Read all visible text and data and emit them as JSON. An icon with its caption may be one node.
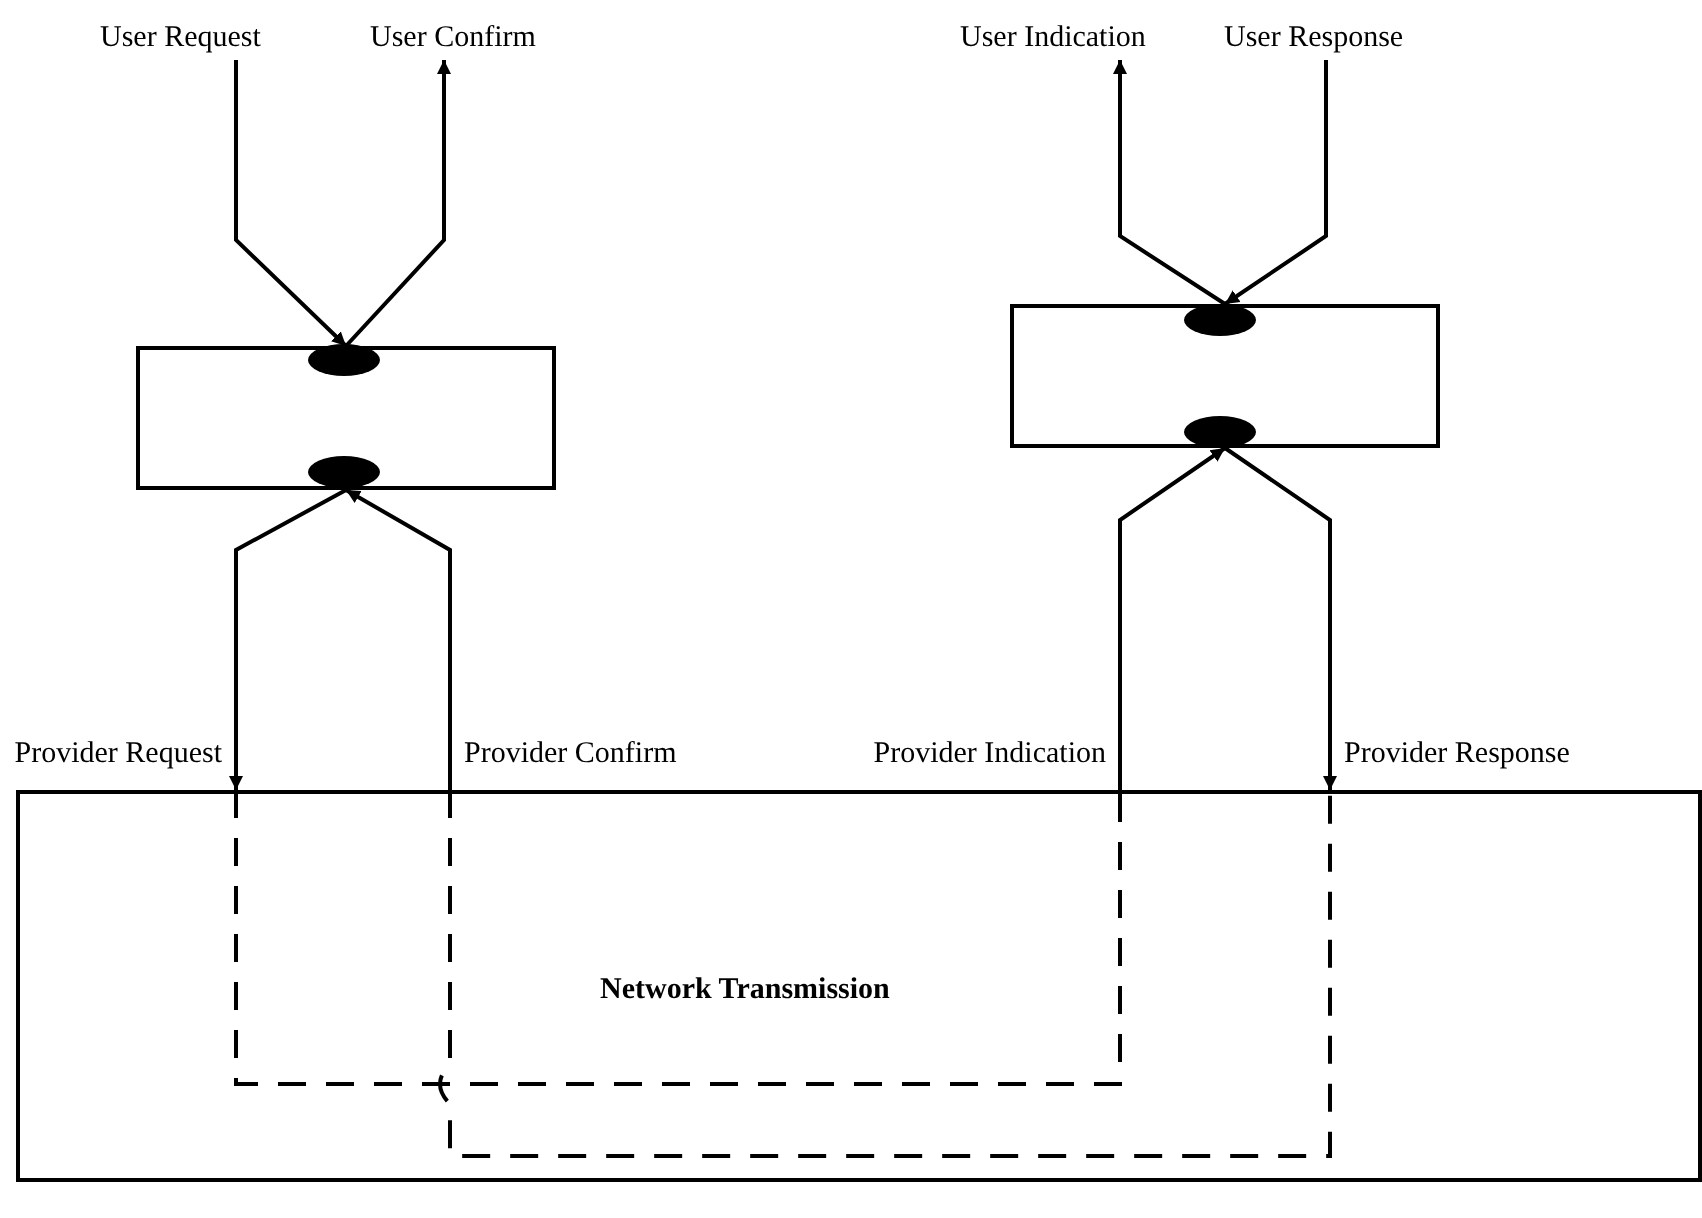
{
  "diagram": {
    "nodes": [
      {
        "text": [
          "User Request"
        ]
      },
      {
        "text": [
          "User Confirm"
        ]
      },
      {
        "text": [
          "User Indication"
        ]
      },
      {
        "text": [
          "User Response"
        ]
      },
      {
        "text": [],
        "shape": "box"
      },
      {
        "text": [],
        "shape": "box"
      },
      {
        "text": [
          "Network Transmission"
        ]
      }
    ],
    "edges": [
      {
        "from": 0,
        "to": 4,
        "arrow": "to"
      },
      {
        "from": 4,
        "to": 1,
        "arrow": "to"
      },
      {
        "from": 5,
        "to": 2,
        "arrow": "to"
      },
      {
        "from": 3,
        "to": 5,
        "arrow": "to"
      },
      {
        "from": 4,
        "to": 6,
        "arrow": "to",
        "label": "Provider Request"
      },
      {
        "from": 6,
        "to": 4,
        "arrow": "to",
        "label": "Provider Confirm"
      },
      {
        "from": 6,
        "to": 5,
        "arrow": "to",
        "label": "Provider Indication"
      },
      {
        "from": 5,
        "to": 6,
        "arrow": "to",
        "label": "Provider Response"
      }
    ]
  }
}
